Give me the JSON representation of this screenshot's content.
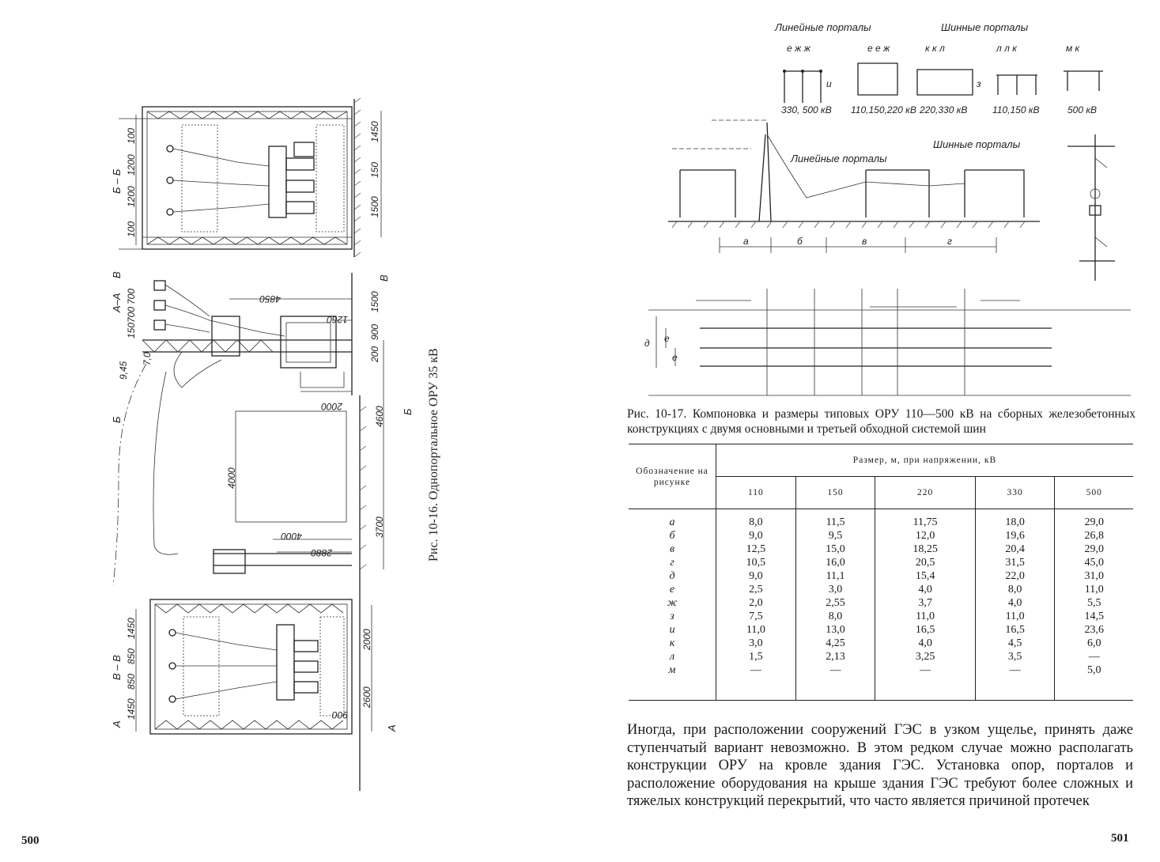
{
  "page_left": {
    "number": "500"
  },
  "page_right": {
    "number": "501"
  },
  "figure_left": {
    "caption": "Рис. 10-16. Однопортальное ОРУ 35 кВ",
    "section_labels": [
      "Б – Б",
      "А–А",
      "В – В"
    ],
    "cut_labels": [
      "В",
      "В",
      "Б",
      "Б",
      "А",
      "А"
    ],
    "elevation_labels": [
      "9,45",
      "7,0"
    ],
    "dims_bb": [
      "100",
      "1200",
      "1200",
      "100",
      "1450",
      "150",
      "1500"
    ],
    "dims_aa": [
      "700",
      "700",
      "150",
      "4850",
      "1260",
      "1500",
      "900",
      "200",
      "2000"
    ],
    "dims_mid": [
      "4600",
      "3700",
      "4000",
      "4000",
      "2880"
    ],
    "dims_vv": [
      "1450",
      "850",
      "850",
      "1450",
      "2000",
      "2600",
      "900"
    ]
  },
  "figure_right": {
    "header_line": "Линейные порталы",
    "header_bus": "Шинные порталы",
    "portal_letters": [
      "е ж ж",
      "е е ж",
      "к к л",
      "л л к",
      "м к"
    ],
    "portal_side_letters": [
      "и",
      "з"
    ],
    "portal_voltages": [
      "330, 500 кВ",
      "110,150,220 кВ",
      "220,330 кВ",
      "110,150 кВ",
      "500 кВ"
    ],
    "mid_label_line": "Линейные порталы",
    "mid_label_bus": "Шинные порталы",
    "bay_letters": [
      "а",
      "б",
      "в",
      "г"
    ],
    "plan_letters": [
      "д",
      "е",
      "е"
    ],
    "caption": "Рис. 10-17. Компоновка и размеры типовых ОРУ 110—500 кВ на сборных железобетонных конструкциях с двумя основными и третьей обходной системой шин"
  },
  "table": {
    "col0_header": "Обозначение на рисунке",
    "group_header": "Размер, м, при напряжении, кВ",
    "voltages": [
      "110",
      "150",
      "220",
      "330",
      "500"
    ],
    "labels": [
      "а",
      "б",
      "в",
      "г",
      "д",
      "е",
      "ж",
      "з",
      "и",
      "к",
      "л",
      "м"
    ],
    "columns": [
      [
        "8,0",
        "9,0",
        "12,5",
        "10,5",
        "9,0",
        "2,5",
        "2,0",
        "7,5",
        "11,0",
        "3,0",
        "1,5",
        "—"
      ],
      [
        "11,5",
        "9,5",
        "15,0",
        "16,0",
        "11,1",
        "3,0",
        "2,55",
        "8,0",
        "13,0",
        "4,25",
        "2,13",
        "—"
      ],
      [
        "11,75",
        "12,0",
        "18,25",
        "20,5",
        "15,4",
        "4,0",
        "3,7",
        "11,0",
        "16,5",
        "4,0",
        "3,25",
        "—"
      ],
      [
        "18,0",
        "19,6",
        "20,4",
        "31,5",
        "22,0",
        "8,0",
        "4,0",
        "11,0",
        "16,5",
        "4,5",
        "3,5",
        "—"
      ],
      [
        "29,0",
        "26,8",
        "29,0",
        "45,0",
        "31,0",
        "11,0",
        "5,5",
        "14,5",
        "23,6",
        "6,0",
        "—",
        "5,0"
      ]
    ]
  },
  "paragraph": "Иногда, при расположении сооружений ГЭС в узком ущелье, принять даже ступенчатый вариант невозможно. В этом редком случае можно располагать конструкции ОРУ на кровле здания ГЭС. Установка опор, порталов и расположение оборудования на крыше здания ГЭС требуют более сложных и тяжелых конструкций перекрытий, что часто является причиной протечек"
}
